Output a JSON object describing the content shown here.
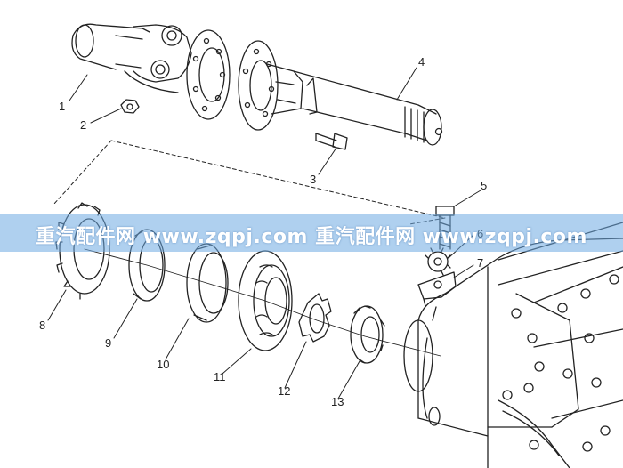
{
  "diagram": {
    "callouts": [
      {
        "id": "c1",
        "label": "1"
      },
      {
        "id": "c2",
        "label": "2"
      },
      {
        "id": "c3",
        "label": "3"
      },
      {
        "id": "c4",
        "label": "4"
      },
      {
        "id": "c5",
        "label": "5"
      },
      {
        "id": "c6",
        "label": "6"
      },
      {
        "id": "c7",
        "label": "7"
      },
      {
        "id": "c8",
        "label": "8"
      },
      {
        "id": "c9",
        "label": "9"
      },
      {
        "id": "c10",
        "label": "10"
      },
      {
        "id": "c11",
        "label": "11"
      },
      {
        "id": "c12",
        "label": "12"
      },
      {
        "id": "c13",
        "label": "13"
      }
    ]
  },
  "watermark": {
    "text": "重汽配件网 www.zqpj.com 重汽配件网 www.zqpj.com"
  }
}
